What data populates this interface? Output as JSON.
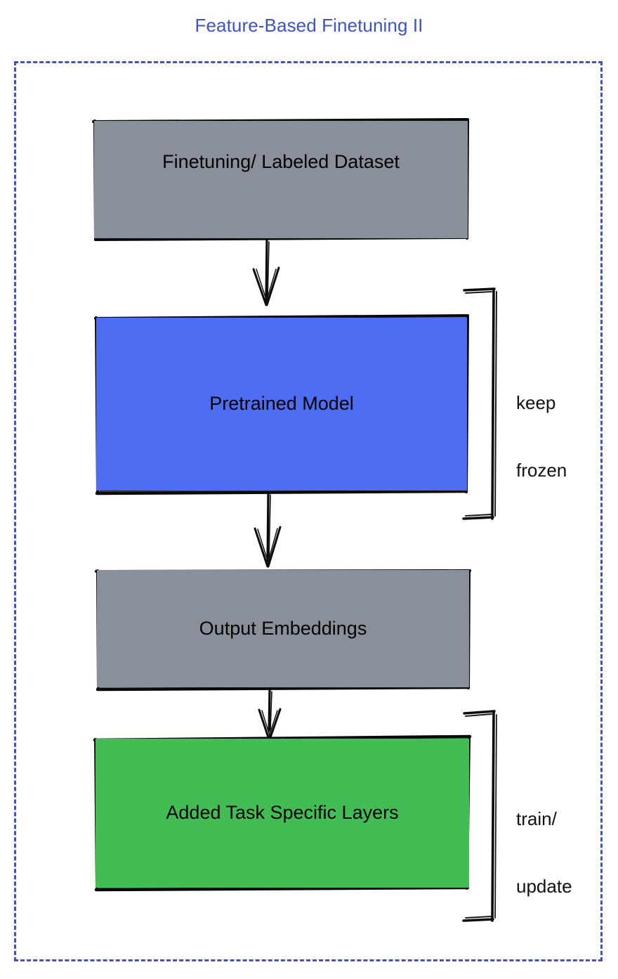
{
  "diagram": {
    "title": "Feature-Based Finetuning II",
    "title_color": "#3d53cc",
    "frame": {
      "style": "dashed",
      "color": "#3d53cc"
    },
    "nodes": [
      {
        "id": "dataset",
        "label": "Finetuning/ Labeled Dataset",
        "fill": "#8a9099",
        "stroke": "#000000"
      },
      {
        "id": "pretrained",
        "label": "Pretrained Model",
        "fill": "#4d6ef2",
        "stroke": "#000000"
      },
      {
        "id": "embeddings",
        "label": "Output Embeddings",
        "fill": "#8a9099",
        "stroke": "#000000"
      },
      {
        "id": "tasklayers",
        "label": "Added Task Specific Layers",
        "fill": "#42bd53",
        "stroke": "#000000"
      }
    ],
    "edges": [
      {
        "from": "dataset",
        "to": "pretrained",
        "arrow": "down-arrow"
      },
      {
        "from": "pretrained",
        "to": "embeddings",
        "arrow": "down-arrow"
      },
      {
        "from": "embeddings",
        "to": "tasklayers",
        "arrow": "down-arrow"
      }
    ],
    "annotations": [
      {
        "id": "keep-frozen",
        "line1": "keep",
        "line2": "frozen",
        "target": "pretrained",
        "bracket": "right-brace"
      },
      {
        "id": "train-update",
        "line1": "train/",
        "line2": "update",
        "target": "tasklayers",
        "bracket": "right-brace"
      }
    ]
  }
}
